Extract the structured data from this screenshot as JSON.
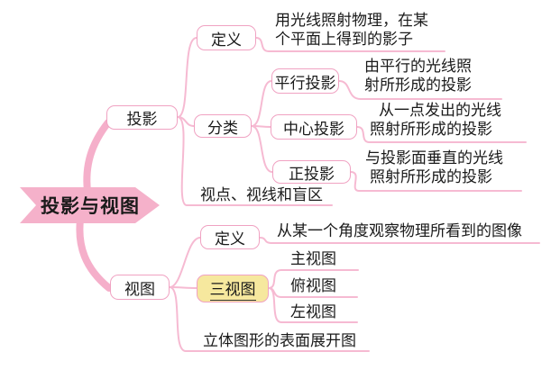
{
  "title": "投影与视图",
  "map": {
    "root": "投影与视图",
    "projection": {
      "label": "投影",
      "definition": {
        "label": "定义",
        "line1": "用光线照射物理，在某",
        "line2": "个平面上得到的影子"
      },
      "classification": {
        "label": "分类",
        "parallel": {
          "label": "平行投影",
          "line1": "由平行的光线照",
          "line2": "射所形成的投影"
        },
        "central": {
          "label": "中心投影",
          "line1": "从一点发出的光线",
          "line2": "照射所形成的投影"
        },
        "ortho": {
          "label": "正投影",
          "line1": "与投影面垂直的光线",
          "line2": "照射所形成的投影"
        }
      },
      "viewpoint": "视点、视线和盲区"
    },
    "view": {
      "label": "视图",
      "definition": {
        "label": "定义",
        "desc": "从某一个角度观察物理所看到的图像"
      },
      "three_views": {
        "label": "三视图",
        "front": "主视图",
        "top": "俯视图",
        "left": "左视图"
      },
      "surface": "立体图形的表面展开图"
    }
  },
  "colors": {
    "line_pink": "#f6bad2",
    "border_pink": "#f0a2c2",
    "root_fill": "#f5b1ca",
    "highlight_yellow": "#f6e89e",
    "text": "#1a1a1a",
    "underline_black": "#333333"
  }
}
